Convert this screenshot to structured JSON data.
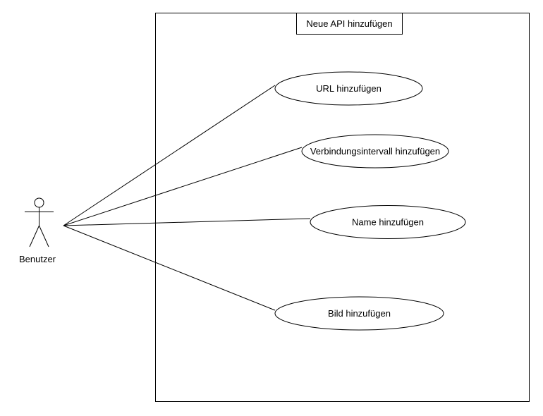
{
  "diagram": {
    "type": "uml-use-case",
    "system": {
      "title": "Neue API hinzufügen"
    },
    "actor": {
      "label": "Benutzer"
    },
    "use_cases": [
      {
        "label": "URL hinzufügen"
      },
      {
        "label": "Verbindungsintervall hinzufügen"
      },
      {
        "label": "Name hinzufügen"
      },
      {
        "label": "Bild hinzufügen"
      }
    ],
    "associations": [
      {
        "from": "Benutzer",
        "to": "URL hinzufügen"
      },
      {
        "from": "Benutzer",
        "to": "Verbindungsintervall hinzufügen"
      },
      {
        "from": "Benutzer",
        "to": "Name hinzufügen"
      },
      {
        "from": "Benutzer",
        "to": "Bild hinzufügen"
      }
    ]
  }
}
